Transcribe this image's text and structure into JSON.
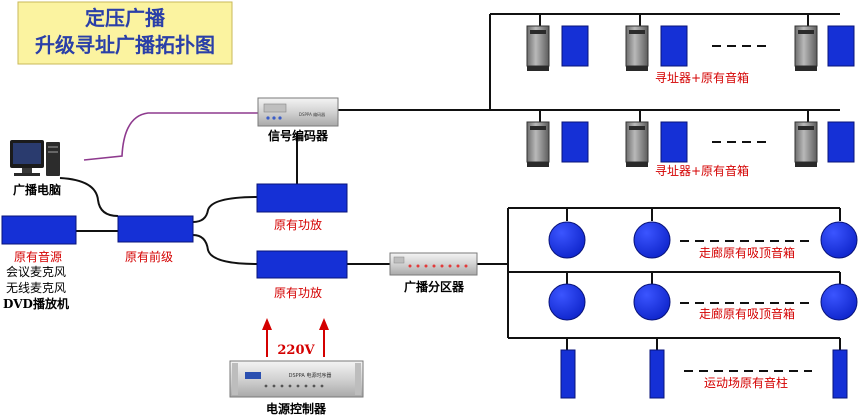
{
  "title": {
    "line1": "定压广播",
    "line2": "升级寻址广播拓扑图"
  },
  "labels": {
    "pc": "广播电脑",
    "encoder": "信号编码器",
    "addresser_row1": "寻址器+原有音箱",
    "addresser_row2": "寻址器+原有音箱",
    "amp1": "原有功放",
    "amp2": "原有功放",
    "preamp": "原有前级",
    "sources": "原有音源",
    "source1": "会议麦克风",
    "source2": "无线麦克风",
    "source3": "DVD播放机",
    "divider": "广播分区器",
    "voltage": "220V",
    "power": "电源控制器",
    "ceiling_row1": "走廊原有吸顶音箱",
    "ceiling_row2": "走廊原有吸顶音箱",
    "column_row": "运动场原有音柱",
    "encoder_panel": "DSPPA 编码器",
    "power_panel": "DSPPA 电源时序器"
  },
  "colors": {
    "device_blue": "#1530d6",
    "device_border": "#08137a",
    "line": "#111111",
    "signal_line": "#8e3a8e",
    "label_red": "#d40000",
    "title_bg": "#fbf3a0",
    "title_text": "#2a3fa8",
    "arrow_red": "#d40000"
  }
}
